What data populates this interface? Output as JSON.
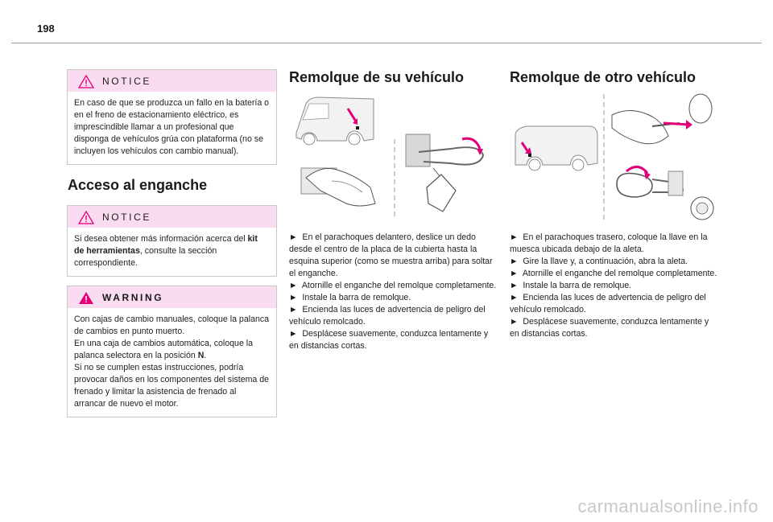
{
  "page": {
    "number": "198",
    "watermark": "carmanualsonline.info"
  },
  "left": {
    "notice1": {
      "title": "NOTICE",
      "text": "En caso de que se produzca un fallo en la batería o en el freno de estacionamiento eléctrico, es imprescindible llamar a un profesional que disponga de vehículos grúa con plataforma (no se incluyen los vehículos con cambio manual)."
    },
    "heading": "Acceso al enganche",
    "notice2": {
      "title": "NOTICE",
      "text_before": "Si desea obtener más información acerca del ",
      "text_bold": "kit de herramientas",
      "text_after": ", consulte la sección correspondiente."
    },
    "warning": {
      "title": "WARNING",
      "p1": "Con cajas de cambio manuales, coloque la palanca de cambios en punto muerto.",
      "p2_before": "En una caja de cambios automática, coloque la palanca selectora en la posición ",
      "p2_bold": "N",
      "p2_after": ".",
      "p3": "Si no se cumplen estas instrucciones, podría provocar daños en los componentes del sistema de frenado y limitar la asistencia de frenado al arrancar de nuevo el motor."
    }
  },
  "middle": {
    "heading": "Remolque de su vehículo",
    "steps": [
      "En el parachoques delantero, deslice un dedo desde el centro de la placa de la cubierta hasta la esquina superior (como se muestra arriba) para soltar el enganche.",
      "Atornille el enganche del remolque completamente.",
      "Instale la barra de remolque.",
      "Encienda las luces de advertencia de peligro del vehículo remolcado.",
      "Desplácese suavemente, conduzca lentamente y en distancias cortas."
    ]
  },
  "right": {
    "heading": "Remolque de otro vehículo",
    "steps": [
      "En el parachoques trasero, coloque la llave en la muesca ubicada debajo de la aleta.",
      "Gire la llave y, a continuación, abra la aleta.",
      "Atornille el enganche del remolque completamente.",
      "Instale la barra de remolque.",
      "Encienda las luces de advertencia de peligro del vehículo remolcado.",
      "Desplácese suavemente, conduzca lentamente y en distancias cortas."
    ]
  },
  "bullet": "►",
  "colors": {
    "box_header": "#f9dcef",
    "accent_pink": "#e2007a",
    "rule": "#9a9a9a"
  },
  "icons": [
    "warning-triangle-icon",
    "bullet-arrow-icon"
  ]
}
